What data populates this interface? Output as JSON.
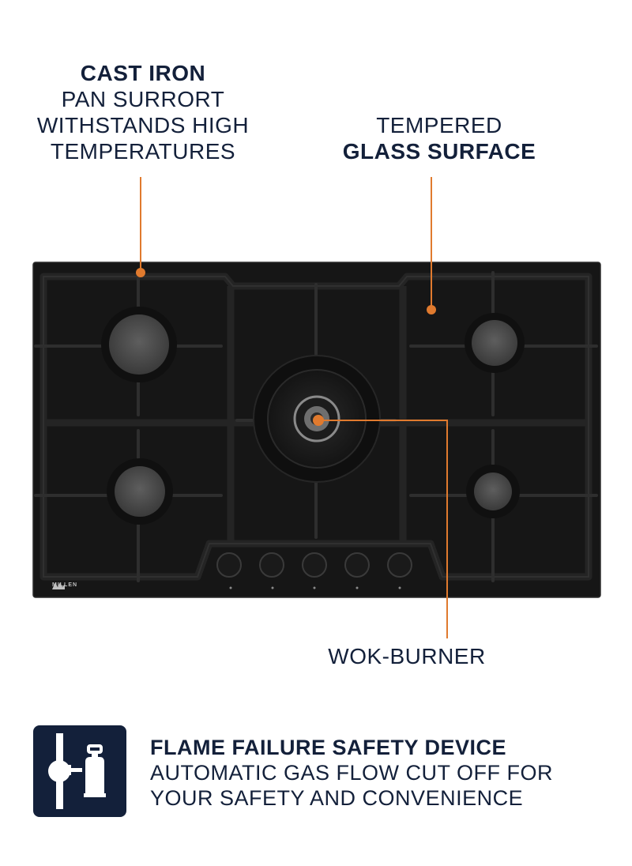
{
  "callouts": {
    "cast_iron": {
      "title": "CAST IRON",
      "lines": [
        "PAN SURRORT",
        "WITHSTANDS HIGH",
        "TEMPERATURES"
      ]
    },
    "glass": {
      "line1": "TEMPERED",
      "line2": "GLASS SURFACE"
    },
    "wok": {
      "label": "WOK-BURNER"
    }
  },
  "product": {
    "brand": "MILLEN",
    "burners": 5,
    "knobs": 5
  },
  "feature": {
    "title": "FLAME FAILURE SAFETY DEVICE",
    "line1": "AUTOMATIC GAS FLOW CUT OFF FOR",
    "line2": "YOUR SAFETY AND CONVENIENCE",
    "icon": "gas-cylinder-valve-icon"
  },
  "colors": {
    "text": "#13203a",
    "accent": "#e07a2e",
    "hob": "#161616",
    "icon_bg": "#13203a"
  }
}
